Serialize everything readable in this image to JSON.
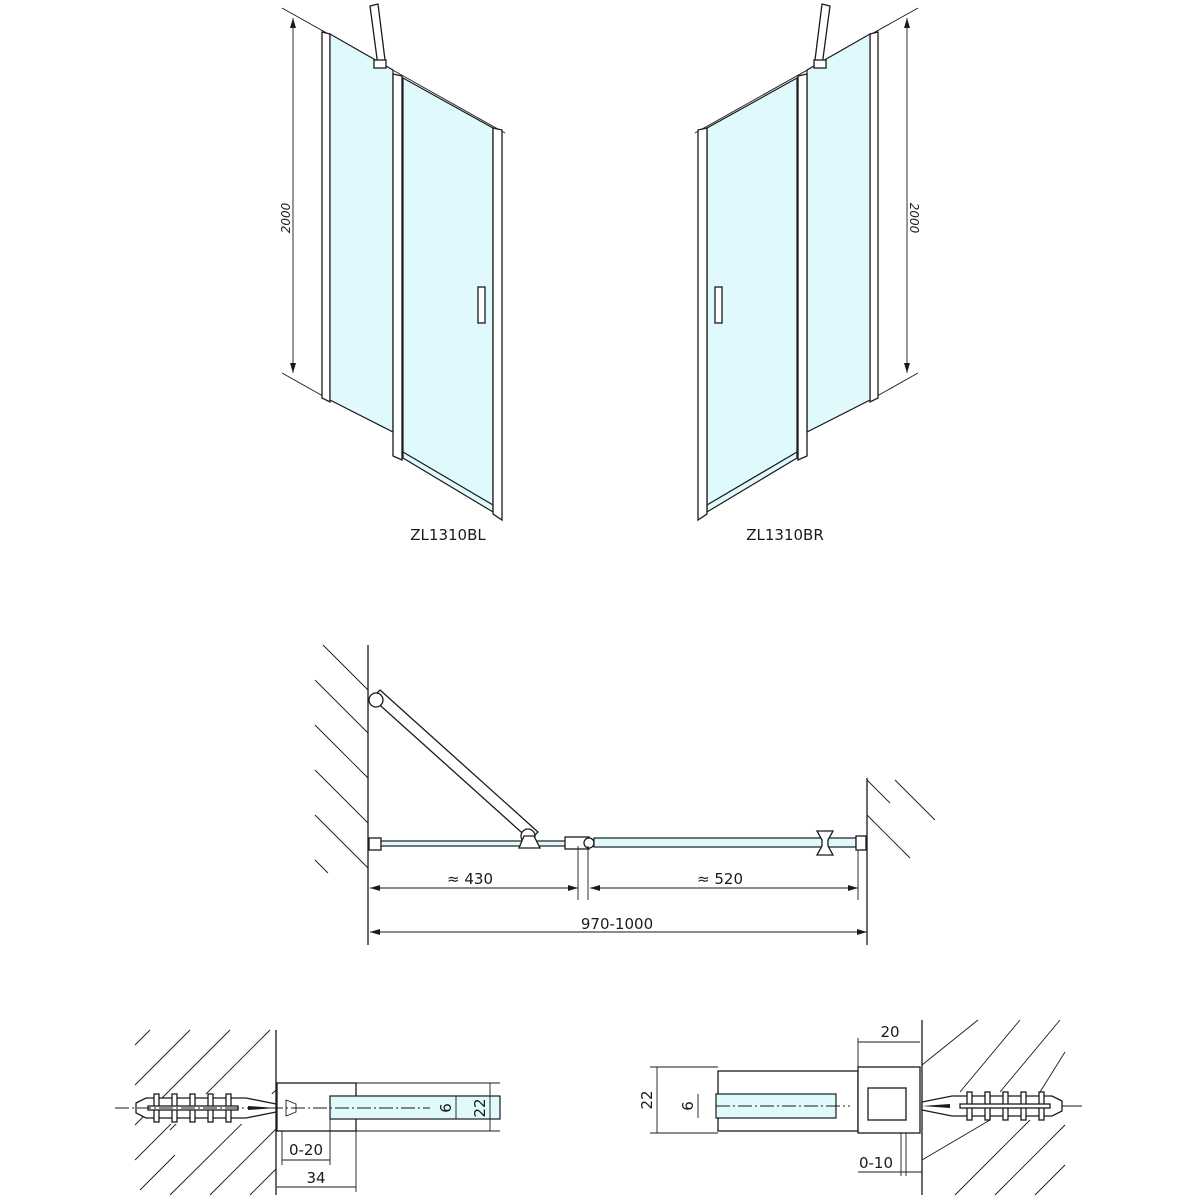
{
  "elevations": {
    "left": {
      "model": "ZL1310BL",
      "height_dim": "2000"
    },
    "right": {
      "model": "ZL1310BR",
      "height_dim": "2000"
    }
  },
  "plan_view": {
    "fixed_panel_dim": "≈ 430",
    "door_dim": "≈ 520",
    "total_width_dim": "970-1000"
  },
  "details": {
    "left": {
      "height": "22",
      "glass": "6",
      "adjust": "0-20",
      "width": "34"
    },
    "right": {
      "height": "22",
      "glass": "6",
      "adjust": "0-10",
      "width": "20"
    }
  },
  "colors": {
    "glass": "#dff9fc",
    "line": "#1a1a1a"
  }
}
